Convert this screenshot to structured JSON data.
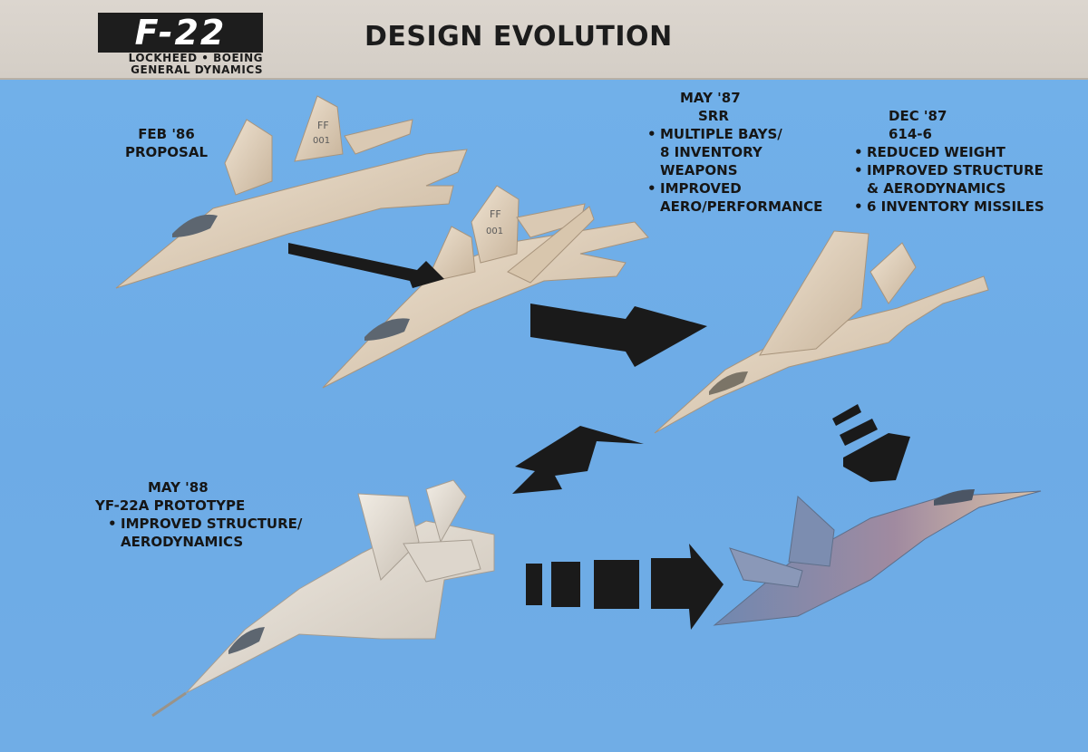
{
  "header": {
    "logo": "F-22",
    "logo_line1": "LOCKHEED • BOEING",
    "logo_line2": "GENERAL DYNAMICS",
    "title": "DESIGN EVOLUTION"
  },
  "stages": [
    {
      "date": "FEB '86",
      "name": "PROPOSAL",
      "bullets": []
    },
    {
      "date": "MAY '87",
      "name": "SRR",
      "bullets": [
        "MULTIPLE BAYS/",
        "8 INVENTORY",
        "WEAPONS",
        "IMPROVED",
        "AERO/PERFORMANCE"
      ]
    },
    {
      "date": "DEC '87",
      "name": "614-6",
      "bullets": [
        "REDUCED WEIGHT",
        "IMPROVED STRUCTURE",
        "& AERODYNAMICS",
        "6 INVENTORY MISSILES"
      ]
    },
    {
      "date": "MAY '88",
      "name": "YF-22A PROTOTYPE",
      "bullets": [
        "IMPROVED STRUCTURE/",
        "AERODYNAMICS"
      ]
    }
  ],
  "bullet_glyph": "•",
  "markings": {
    "tail_code": "FF",
    "serial": "001"
  },
  "colors": {
    "sky": "#6faee8",
    "header": "#d8d2ca",
    "arrow": "#1a1a1a",
    "model": "#e8d9c6",
    "model_shade": "#c9b69e"
  }
}
